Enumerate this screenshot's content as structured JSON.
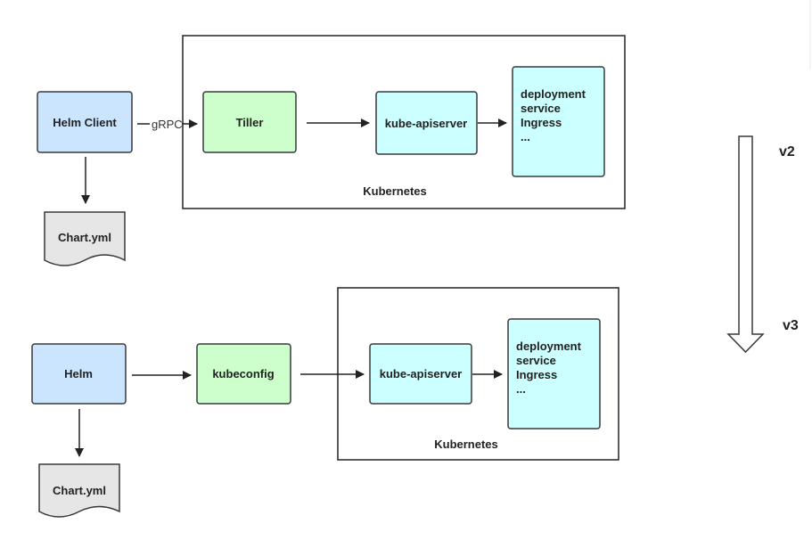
{
  "v2": {
    "client": "Helm Client",
    "protocol": "gRPC",
    "tiller": "Tiller",
    "apiserver": "kube-apiserver",
    "resources": [
      "deployment",
      "service",
      "Ingress",
      "..."
    ],
    "cluster": "Kubernetes",
    "chart": "Chart.yml"
  },
  "v3": {
    "client": "Helm",
    "kubeconfig": "kubeconfig",
    "apiserver": "kube-apiserver",
    "resources": [
      "deployment",
      "service",
      "Ingress",
      "..."
    ],
    "cluster": "Kubernetes",
    "chart": "Chart.yml"
  },
  "versions": {
    "from": "v2",
    "to": "v3"
  },
  "colors": {
    "blue": "#cce5ff",
    "green": "#ccffcc",
    "cyan": "#ccffff",
    "doc": "#e6e6e6",
    "stroke": "#36393d"
  }
}
